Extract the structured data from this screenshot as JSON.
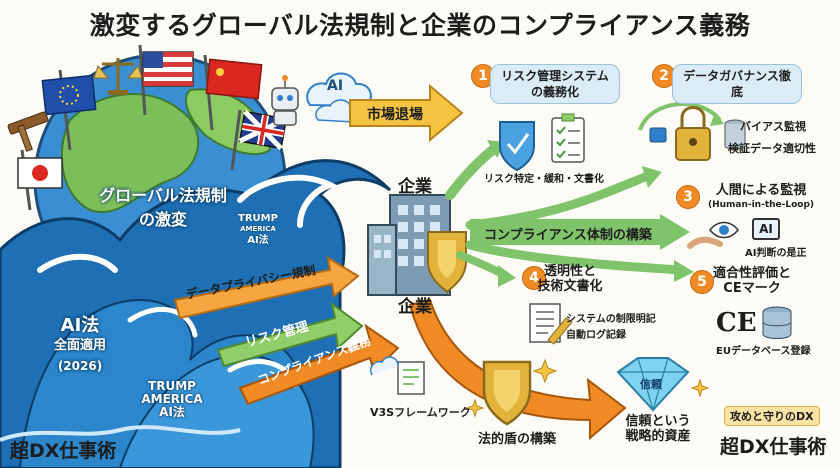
{
  "title": "激変するグローバル法規制と企業のコンプライアンス義務",
  "globe": {
    "label_line1": "グローバル法規制",
    "label_line2": "の激変"
  },
  "ai_badge": "AI",
  "exit_sign": "市場退場",
  "wave_labels": {
    "trump_top_1": "TRUMP",
    "trump_top_2": "AMERICA",
    "trump_top_3": "AI法",
    "ai_act_1": "AI法",
    "ai_act_2": "全面適用",
    "ai_act_3": "(2026)",
    "trump_bottom_1": "TRUMP",
    "trump_bottom_2": "AMERICA",
    "trump_bottom_3": "AI法"
  },
  "arrows": {
    "privacy": "データプライバシー規制",
    "risk": "リスク管理",
    "compliance": "コンプライアンス義務"
  },
  "company": {
    "label_top": "企業",
    "label_bottom": "企業"
  },
  "center_arrow": "コンプライアンス体制の構築",
  "items": [
    {
      "num": "1",
      "title_1": "リスク管理システム",
      "title_2": "の義務化",
      "sub": "リスク特定・緩和・文書化"
    },
    {
      "num": "2",
      "title_1": "データガバナンス徹底",
      "sub_1": "バイアス監視",
      "sub_2": "検証データ適切性"
    },
    {
      "num": "3",
      "title_1": "人間による監視",
      "title_2": "(Human-in-the-Loop)",
      "badge": "AI",
      "sub": "AI判断の是正"
    },
    {
      "num": "4",
      "title_1": "透明性と",
      "title_2": "技術文書化",
      "sub_1": "システムの制限明記",
      "sub_2": "自動ログ記録"
    },
    {
      "num": "5",
      "title_1": "適合性評価と",
      "title_2": "CEマーク",
      "ce": "CE",
      "sub": "EUデータベース登録"
    }
  ],
  "framework": "V3Sフレームワーク",
  "shield_label": "法的盾の構築",
  "trust": {
    "gem": "信頼",
    "line1": "信頼という",
    "line2": "戦略的資産"
  },
  "brand_left": "超DX仕事術",
  "brand_right": "超DX仕事術",
  "tagline": "攻めと守りのDX",
  "colors": {
    "orange": "#f08a24",
    "green": "#7fc36b",
    "blue": "#2f80c8",
    "gold": "#e2b33a",
    "lightblue": "#dcecf6"
  }
}
